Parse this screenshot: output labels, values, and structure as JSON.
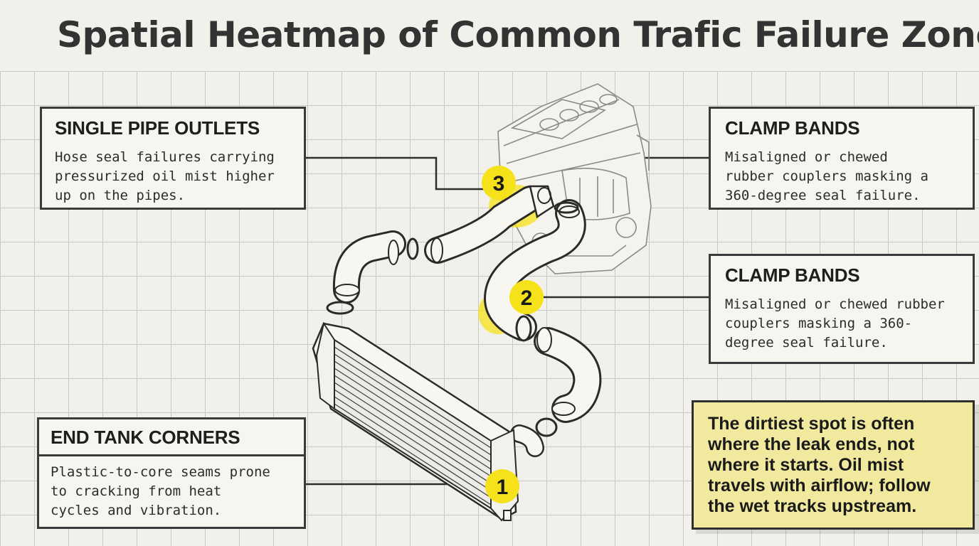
{
  "title": "Spatial Heatmap of Common Trafic Failure Zones",
  "callouts": {
    "single_pipe_outlets": {
      "heading": "SINGLE PIPE OUTLETS",
      "lines": [
        "Hose seal failures carrying",
        "pressurized oil mist higher",
        "up on the pipes."
      ]
    },
    "clamp_bands_top": {
      "heading": "CLAMP BANDS",
      "lines": [
        "Misaligned or chewed",
        "rubber couplers masking a",
        "360-degree seal failure."
      ]
    },
    "clamp_bands_mid": {
      "heading": "CLAMP BANDS",
      "lines": [
        "Misaligned or chewed rubber",
        "couplers masking a 360-",
        "degree seal failure."
      ]
    },
    "end_tank_corners": {
      "heading": "END TANK CORNERS",
      "lines": [
        "Plastic-to-core seams prone",
        "to cracking from heat",
        "cycles and vibration."
      ]
    }
  },
  "markers": {
    "m1": "1",
    "m2": "2",
    "m3": "3"
  },
  "note": {
    "lines": [
      "The dirtiest spot is often",
      "where the leak ends, not",
      "where it starts. Oil mist",
      "travels with airflow; follow",
      "the wet tracks upstream."
    ]
  },
  "colors": {
    "highlight": "#f5e21a",
    "note_bg": "#f1ea9e",
    "ink": "#2a2a2a",
    "grid": "#c9c9c4"
  }
}
